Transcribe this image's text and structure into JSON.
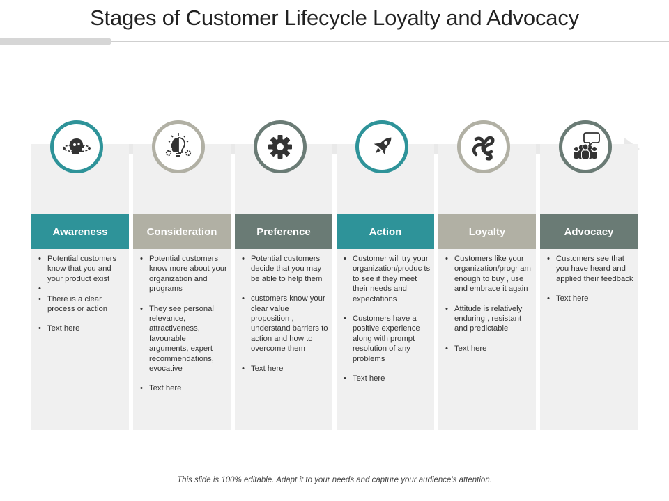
{
  "slide": {
    "title": "Stages of Customer Lifecycle Loyalty and Advocacy",
    "footer": "This slide is 100% editable. Adapt it to your needs and capture your audience's attention."
  },
  "colors": {
    "teal": "#2e9399",
    "taupe": "#b1b0a4",
    "slate": "#6a7b75",
    "icon": "#333333"
  },
  "stages": [
    {
      "label": "Awareness",
      "icon": "head-orbit-icon",
      "bullets": [
        "Potential customers know that you and your product exist",
        "",
        "There is a clear process or action",
        "Text here"
      ]
    },
    {
      "label": "Consideration",
      "icon": "brain-lightbulb-icon",
      "bullets": [
        "Potential customers know more about your organization and programs",
        "They see personal relevance, attractiveness, favourable arguments, expert recommendations, evocative",
        "Text here"
      ]
    },
    {
      "label": "Preference",
      "icon": "gear-icon",
      "bullets": [
        "Potential customers decide that you may be able to help them",
        "customers know your clear value proposition , understand barriers to action and how to overcome them",
        "Text here"
      ]
    },
    {
      "label": "Action",
      "icon": "rocket-icon",
      "bullets": [
        "Customer will try your organization/produc ts to see if they meet their needs and expectations",
        "Customers have a positive experience along with prompt resolution of any problems",
        "Text here"
      ]
    },
    {
      "label": "Loyalty",
      "icon": "knot-icon",
      "bullets": [
        "Customers like your organization/progr am enough to buy , use and embrace it again",
        "Attitude is relatively enduring , resistant and predictable",
        "Text here"
      ]
    },
    {
      "label": "Advocacy",
      "icon": "group-speech-icon",
      "bullets": [
        "Customers see that you have heard and applied their feedback",
        "Text here"
      ]
    }
  ]
}
